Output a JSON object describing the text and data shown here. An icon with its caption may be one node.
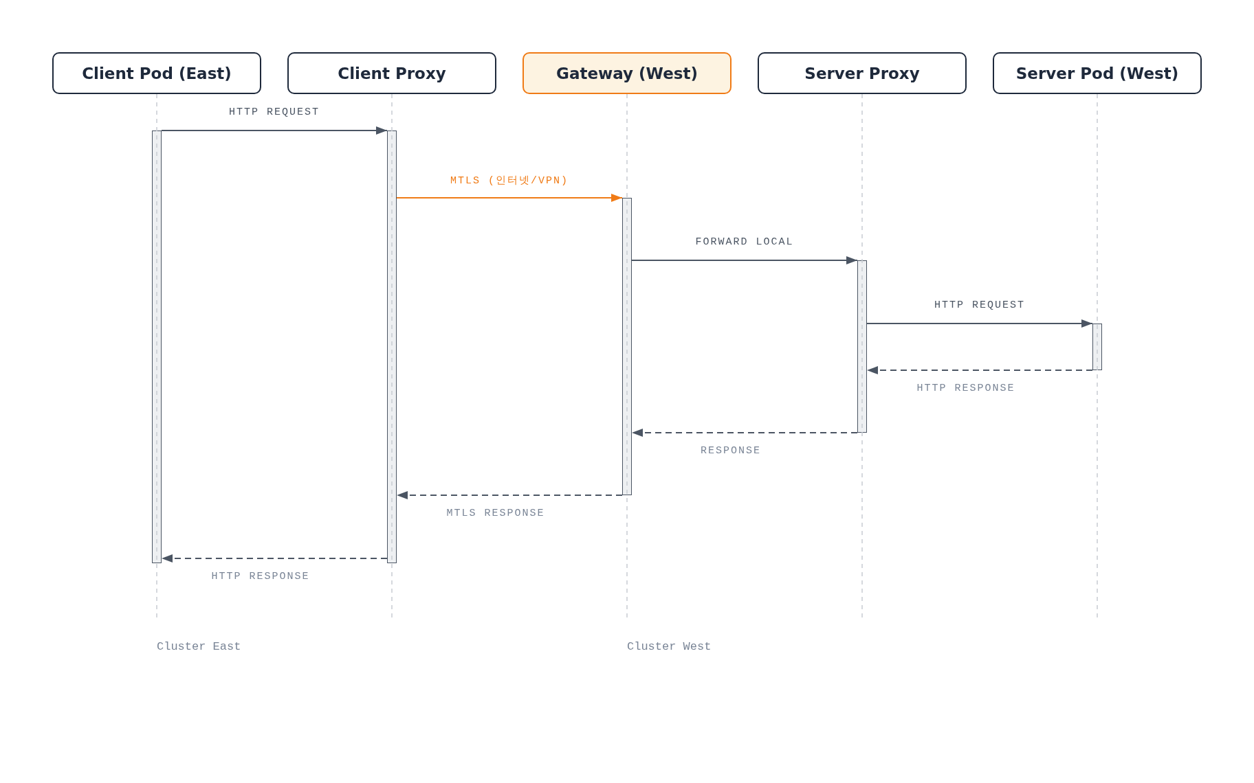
{
  "diagram": {
    "nodes": [
      {
        "text": [
          "Client Pod (East)"
        ]
      },
      {
        "text": [
          "Client Proxy"
        ]
      },
      {
        "text": [
          "Gateway (West)"
        ]
      },
      {
        "text": [
          "Server Proxy"
        ]
      },
      {
        "text": [
          "Server Pod (West)"
        ]
      },
      {
        "text": [],
        "shape": "bar"
      },
      {
        "text": [],
        "shape": "bar"
      },
      {
        "text": [],
        "shape": "bar"
      },
      {
        "text": [],
        "shape": "bar"
      },
      {
        "text": [],
        "shape": "bar"
      }
    ],
    "edges": [
      {
        "from": 5,
        "to": 6,
        "arrow": "to",
        "label": "HTTP REQUEST"
      },
      {
        "from": 6,
        "to": 7,
        "arrow": "to",
        "label": "MTLS (인터넷/VPN)",
        "color": "#f07b16"
      },
      {
        "from": 7,
        "to": 8,
        "arrow": "to",
        "label": "FORWARD LOCAL"
      },
      {
        "from": 8,
        "to": 9,
        "arrow": "to",
        "label": "HTTP REQUEST"
      },
      {
        "from": 9,
        "to": 8,
        "arrow": "to",
        "label": "HTTP RESPONSE",
        "style": "dashed"
      },
      {
        "from": 8,
        "to": 7,
        "arrow": "to",
        "label": "RESPONSE",
        "style": "dashed"
      },
      {
        "from": 7,
        "to": 6,
        "arrow": "to",
        "label": "MTLS RESPONSE",
        "style": "dashed"
      },
      {
        "from": 6,
        "to": 5,
        "arrow": "to",
        "label": "HTTP RESPONSE",
        "style": "dashed"
      }
    ],
    "labels": [
      "Cluster East",
      "Cluster West"
    ]
  }
}
